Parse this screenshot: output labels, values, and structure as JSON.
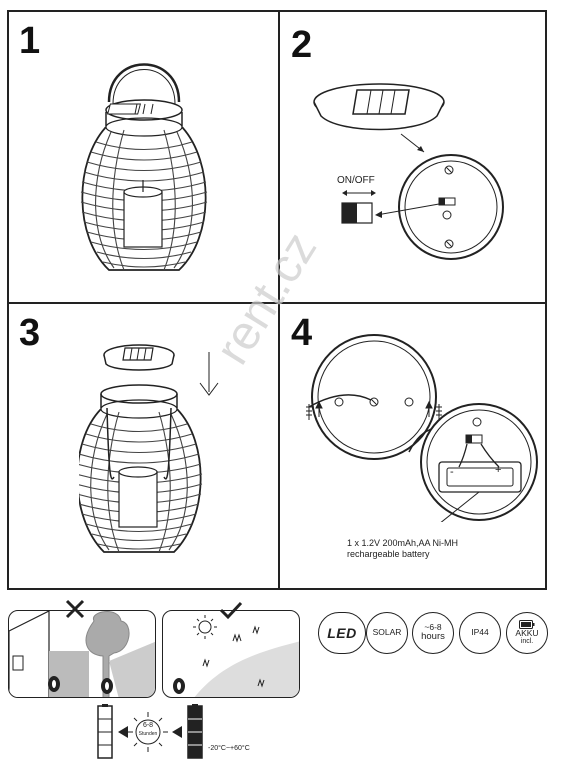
{
  "steps": {
    "s1": "1",
    "s2": "2",
    "s3": "3",
    "s4": "4"
  },
  "switch_label": "ON/OFF",
  "battery_text": {
    "line1": "1 x 1.2V 200mAh,AA Ni-MH",
    "line2": "rechargeable battery"
  },
  "watermark": "rent.cz",
  "features": {
    "led": "LED",
    "solar": "SOLAR",
    "hours_top": "~6-8",
    "hours_bottom": "hours",
    "ip": "IP44",
    "akku_top": "AKKU",
    "akku_bottom": "incl."
  },
  "charging": {
    "sun_top": "6-8",
    "sun_bottom": "Stunden",
    "temp_range": "-20°C~+60°C"
  },
  "battery_polarity": {
    "minus": "-",
    "plus": "+"
  }
}
